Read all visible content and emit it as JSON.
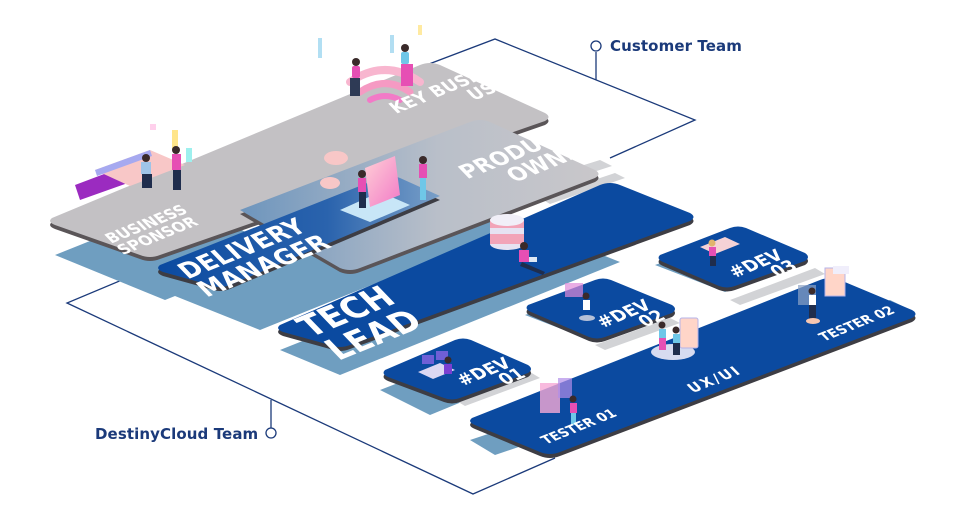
{
  "diagram": {
    "title": "Team structure",
    "groups": [
      {
        "id": "customer",
        "label": "Customer Team"
      },
      {
        "id": "destinycloud",
        "label": "DestinyCloud Team"
      }
    ],
    "customer_roles": [
      {
        "id": "key-business-user",
        "line1": "KEY BUSINESS",
        "line2": "USER"
      },
      {
        "id": "business-sponsor",
        "line1": "BUSINESS",
        "line2": "SPONSOR"
      },
      {
        "id": "product-owner",
        "line1": "PRODUCT",
        "line2": "OWNER"
      }
    ],
    "destinycloud_roles": [
      {
        "id": "delivery-manager",
        "line1": "DELIVERY",
        "line2": "MANAGER"
      },
      {
        "id": "tech-lead",
        "line1": "TECH",
        "line2": "LEAD"
      },
      {
        "id": "dev-01",
        "line1": "#DEV",
        "line2": "01"
      },
      {
        "id": "dev-02",
        "line1": "#DEV",
        "line2": "02"
      },
      {
        "id": "dev-03",
        "line1": "#DEV",
        "line2": "03"
      },
      {
        "id": "tester-01",
        "line1": "TESTER 01",
        "line2": ""
      },
      {
        "id": "ux-ui",
        "line1": "UX/UI",
        "line2": ""
      },
      {
        "id": "tester-02",
        "line1": "TESTER 02",
        "line2": ""
      }
    ],
    "colors": {
      "customer_tile": "#c3c1c4",
      "customer_tile_edge": "#5a5558",
      "team_tile": "#0b4aa0",
      "team_tile_edge": "#3d3d44",
      "shadow_tile": "#6f9ec0",
      "connector_line": "#1b3a7a",
      "accent_pink": "#e64fb4",
      "accent_light_blue": "#6fc7e8"
    }
  }
}
